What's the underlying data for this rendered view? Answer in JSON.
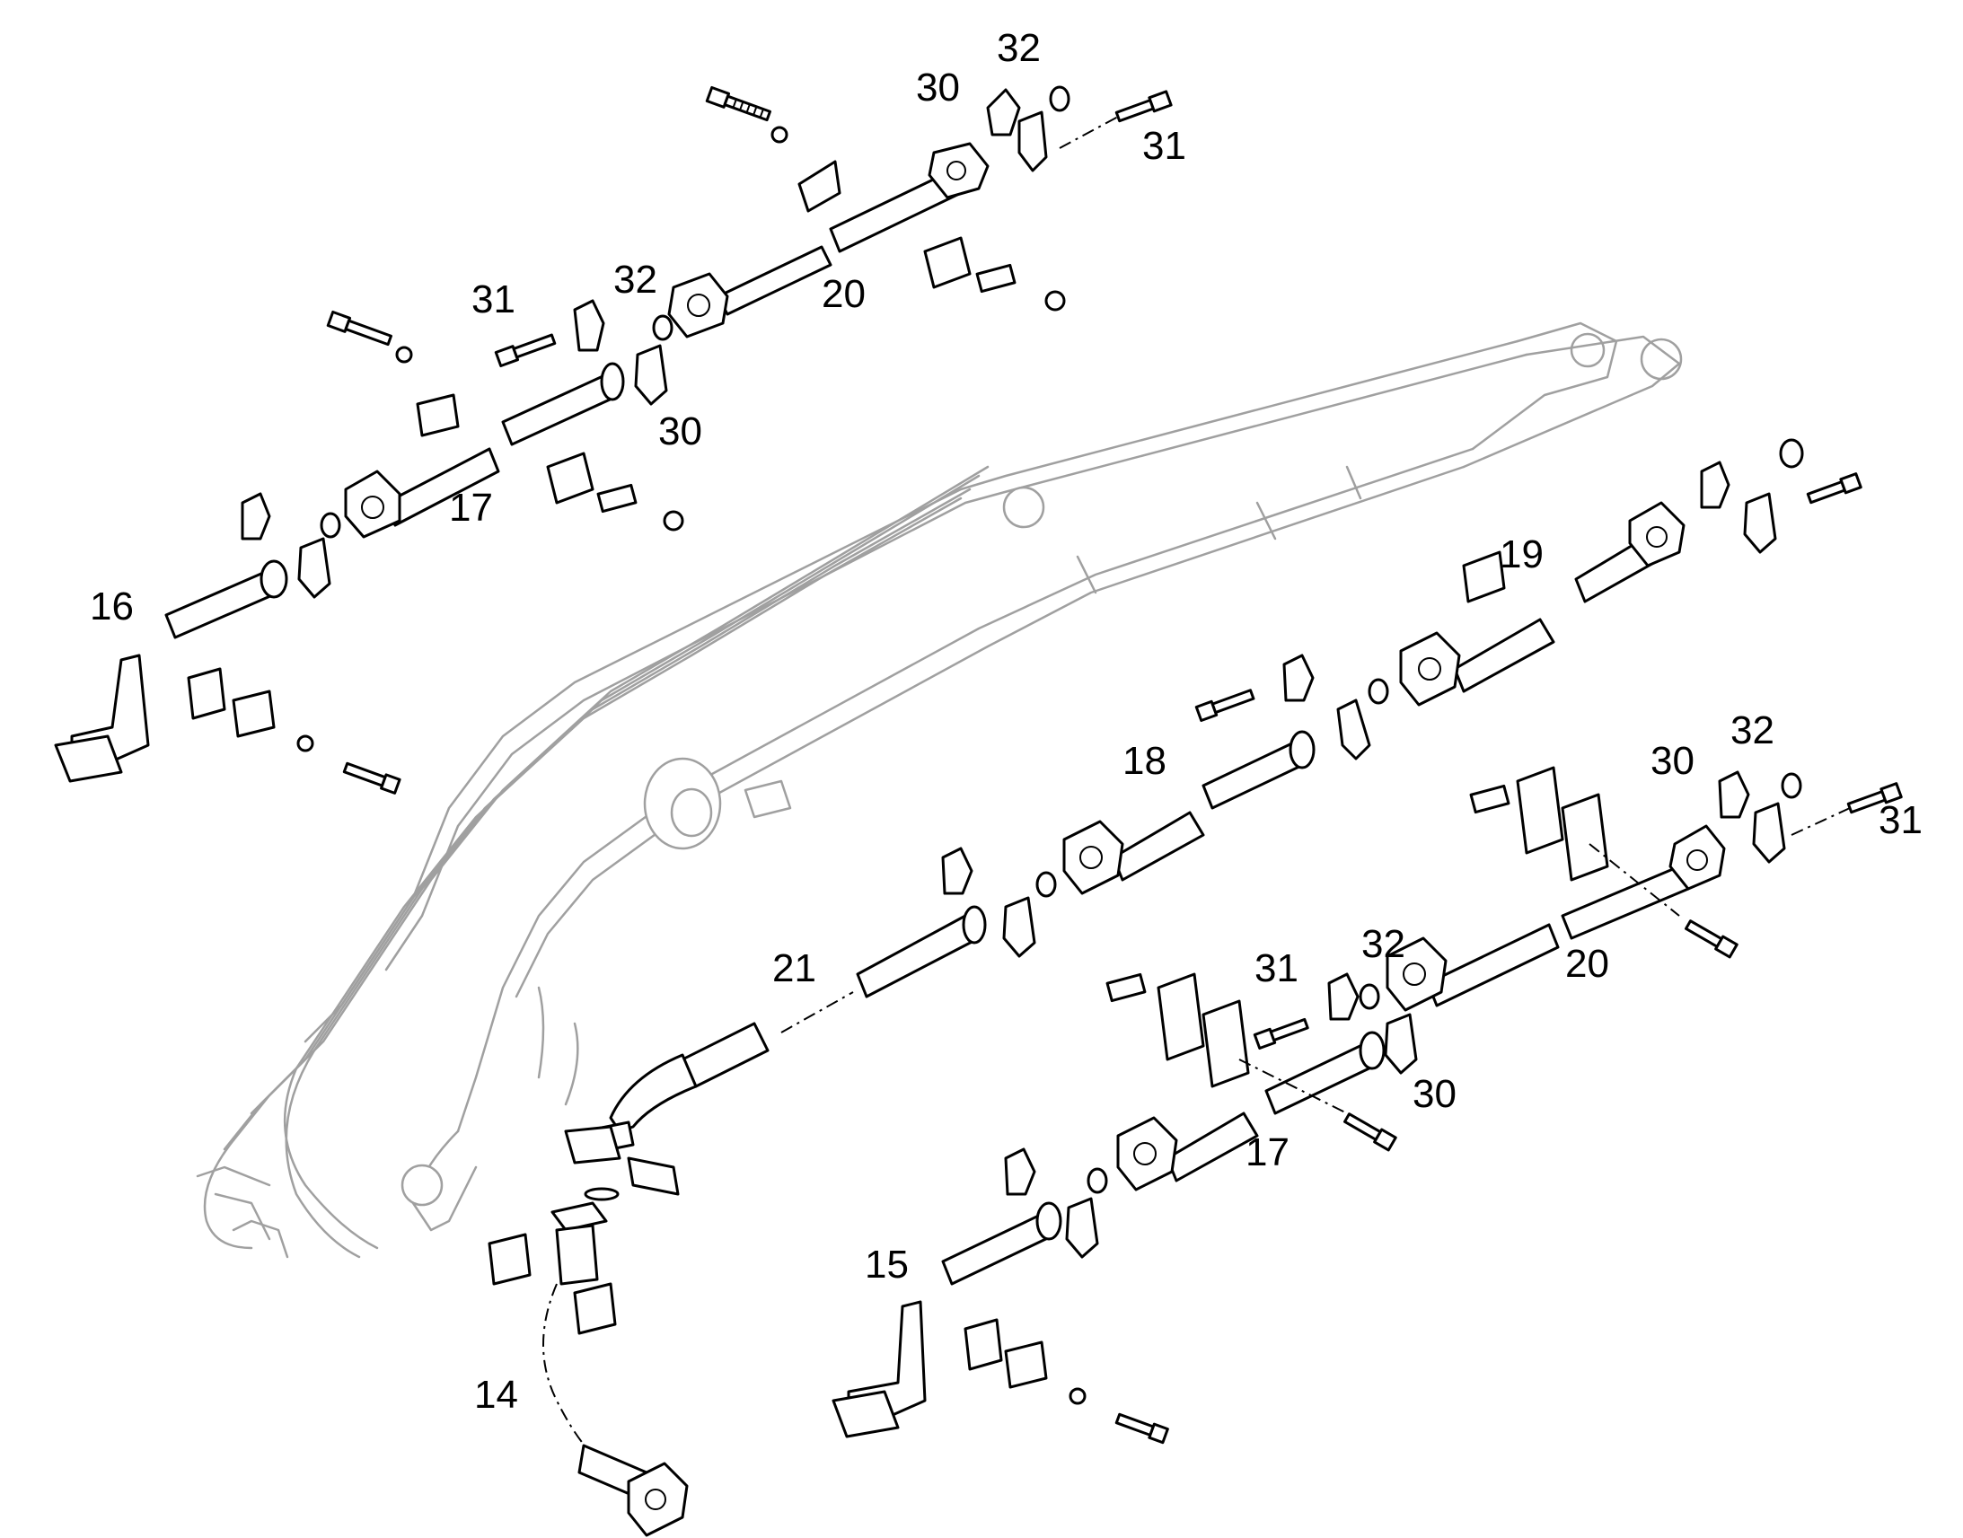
{
  "labels": {
    "l14": "14",
    "l15": "15",
    "l16": "16",
    "l17a": "17",
    "l17b": "17",
    "l18": "18",
    "l19": "19",
    "l20a": "20",
    "l20b": "20",
    "l21": "21",
    "l30a": "30",
    "l30b": "30",
    "l30c": "30",
    "l30d": "30",
    "l31a": "31",
    "l31b": "31",
    "l31c": "31",
    "l31d": "31",
    "l32a": "32",
    "l32b": "32",
    "l32c": "32",
    "l32d": "32"
  },
  "colors": {
    "line": "#000000",
    "boom_outline": "#a0a0a0",
    "background": "#ffffff"
  }
}
